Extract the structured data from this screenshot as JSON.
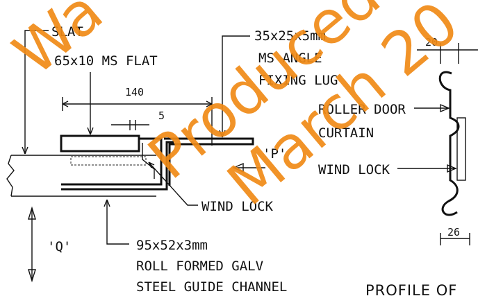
{
  "labels": {
    "slat": "SLAT",
    "flat": "65x10 MS FLAT",
    "angle": "35x25x5mm",
    "angle_material": "MS ANGLE",
    "fixing_lug": "FIXING LUG",
    "dim_140": "140",
    "dim_5": "5",
    "dim_20": "20",
    "dim_26": "26",
    "p_marker": "'P'",
    "q_marker": "'Q'",
    "wind_lock_left": "WIND LOCK",
    "channel_size": "95x52x3mm",
    "channel_material": "ROLL FORMED GALV",
    "channel_type": "STEEL GUIDE CHANNEL",
    "roller_door": "ROLLER DOOR",
    "curtain": "CURTAIN",
    "wind_lock_right": "WIND LOCK",
    "profile_title": "PROFILE OF"
  },
  "watermark": {
    "lines": [
      "Wa",
      "Produced",
      "March 20"
    ],
    "color": "#f08a16"
  }
}
